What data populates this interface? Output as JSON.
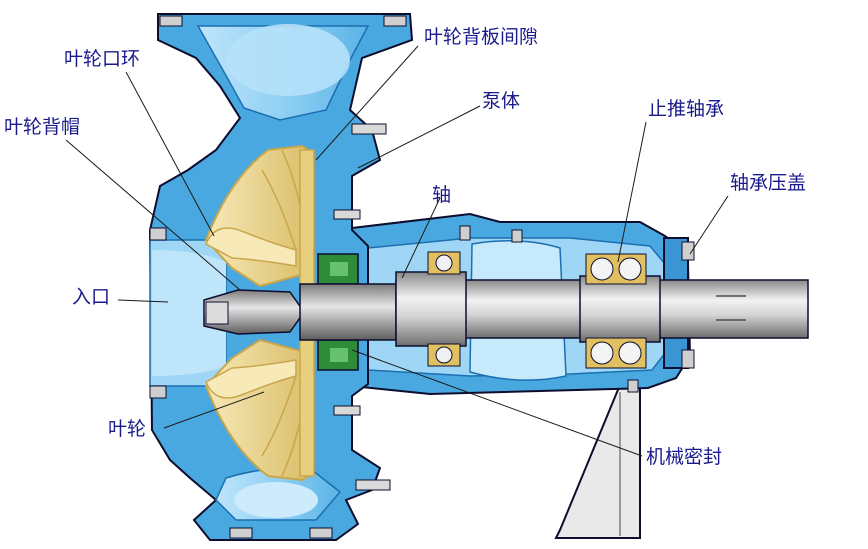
{
  "labels": {
    "impeller_back_clearance": "叶轮背板间隙",
    "impeller_ring": "叶轮口环",
    "pump_body": "泵体",
    "impeller_cap": "叶轮背帽",
    "thrust_bearing": "止推轴承",
    "shaft": "轴",
    "bearing_cover": "轴承压盖",
    "inlet": "入口",
    "impeller": "叶轮",
    "mechanical_seal": "机械密封"
  },
  "colors": {
    "casing_fill": "#4aa8e0",
    "casing_highlight": "#9fd6f5",
    "casing_dark": "#1b6fb0",
    "impeller_fill": "#f1dfa0",
    "impeller_edge": "#c9a64c",
    "shaft_light": "#eeeeee",
    "shaft_dark": "#7d7d7d",
    "seal_green": "#2e8b3a",
    "outline": "#0d0d2e",
    "label_text": "#1a1a8c"
  }
}
